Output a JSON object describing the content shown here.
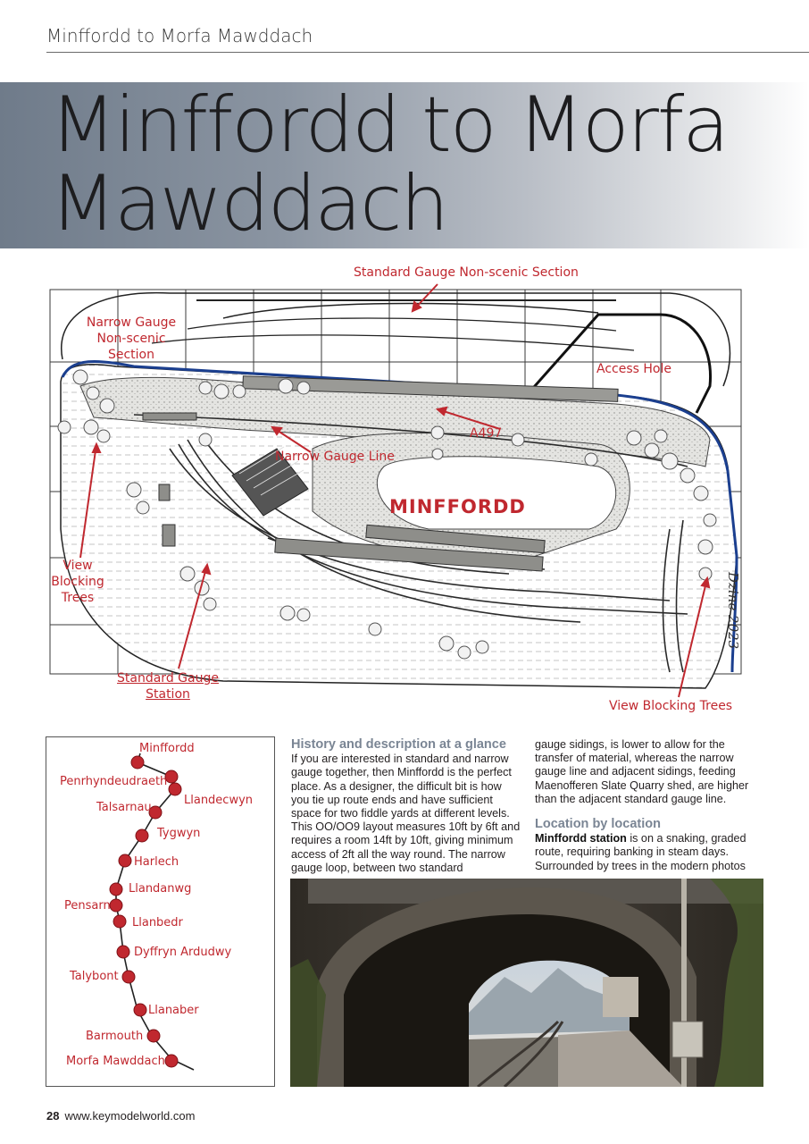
{
  "header": {
    "running_title": "Minffordd to Morfa Mawddach"
  },
  "title": {
    "line1": "Minffordd to Morfa",
    "line2": "Mawddach"
  },
  "track_plan": {
    "labels": {
      "standard_non_scenic": "Standard Gauge Non-scenic Section",
      "narrow_non_scenic_1": "Narrow Gauge",
      "narrow_non_scenic_2": "Non-scenic",
      "narrow_non_scenic_3": "Section",
      "access_hole": "Access Hole",
      "a497": "A497",
      "narrow_gauge_line": "Narrow Gauge Line",
      "minffordd": "MINFFORDD",
      "view_blocking_left_1": "View",
      "view_blocking_left_2": "Blocking",
      "view_blocking_left_3": "Trees",
      "standard_station_1": "Standard Gauge",
      "standard_station_2": "Station",
      "view_blocking_right": "View Blocking Trees",
      "signature": "Dzine 2023"
    },
    "colors": {
      "label": "#c0282f",
      "boundary": "#1b3f8f"
    }
  },
  "route_map": {
    "stations": [
      "Minffordd",
      "Penrhyndeudraeth",
      "Llandecwyn",
      "Talsarnau",
      "Tygwyn",
      "Harlech",
      "Llandanwg",
      "Pensarn",
      "Llanbedr",
      "Dyffryn Ardudwy",
      "Talybont",
      "Llanaber",
      "Barmouth",
      "Morfa Mawddach"
    ],
    "station_color": "#c0282f"
  },
  "article": {
    "heading1": "History and description at a glance",
    "para1": "If you are interested in standard and narrow gauge together, then Minffordd is the perfect place. As a designer, the difficult bit is how you tie up route ends and have sufficient space for two fiddle yards at different levels. This OO/OO9 layout measures 10ft by 6ft and requires a room 14ft by 10ft, giving minimum access of 2ft all the way round. The narrow gauge loop, between two standard",
    "para2": "gauge sidings, is lower to allow for the transfer of material, whereas the narrow gauge line and adjacent sidings, feeding Maenofferen Slate Quarry shed, are higher than the adjacent standard gauge line.",
    "heading2": "Location by location",
    "para3_bold": "Minffordd station",
    "para3_rest": " is on a snaking, graded route, requiring banking in steam days. Surrounded by trees in the modern photos"
  },
  "footer": {
    "page": "28",
    "site": "www.keymodelworld.com"
  }
}
